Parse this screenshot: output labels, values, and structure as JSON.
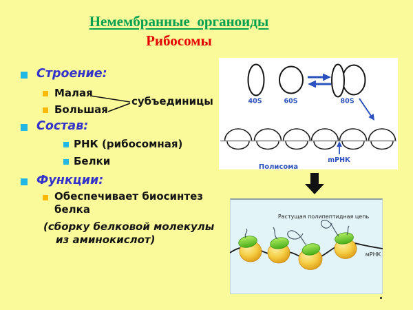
{
  "colors": {
    "background": "#FAFA9B",
    "title_green": "#00A050",
    "subtitle_red": "#E60000",
    "heading_blue": "#3333CC",
    "bullet_cyan": "#22B8E6",
    "bullet_yellow": "#FFB900",
    "diagram_label_blue": "#2B51BE",
    "whitebox_bg": "#FFFFFF",
    "bluebox_bg": "#E3F4F9"
  },
  "title": {
    "main": "Немембранные  органоиды",
    "sub": "Рибосомы"
  },
  "outline": {
    "structure_heading": "Строение:",
    "structure_items": [
      "Малая",
      "Большая"
    ],
    "subunits_label": "субъединицы",
    "composition_heading": "Состав:",
    "composition_items": [
      "РНК (рибосомная)",
      "Белки"
    ],
    "functions_heading": "Функции:",
    "function_item": "Обеспечивает биосинтез белка",
    "function_note": "(сборку белковой молекулы из аминокислот)"
  },
  "assembly_diagram": {
    "small_subunit_label": "40S",
    "large_subunit_label": "60S",
    "ribosome_label": "80S",
    "mrna_label": "mРНК",
    "polysome_label": "Полисома"
  },
  "translation_diagram": {
    "chain_label": "Растущая полипептидная цепь",
    "mrna_label": "мРНК"
  }
}
